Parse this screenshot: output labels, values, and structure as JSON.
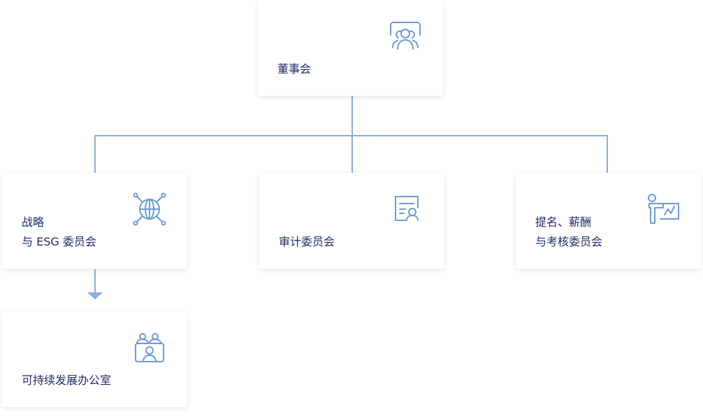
{
  "nodes": {
    "board": {
      "label": "董事会",
      "icon": "people-group-icon"
    },
    "strategy": {
      "line1": "战略",
      "line2": "与 ESG 委员会",
      "icon": "globe-network-icon"
    },
    "audit": {
      "label": "审计委员会",
      "icon": "document-user-icon"
    },
    "nomination": {
      "line1": "提名、薪酬",
      "line2": "与考核委员会",
      "icon": "presenter-chart-icon"
    },
    "sustainability": {
      "label": "可持续发展办公室",
      "icon": "meeting-people-icon"
    }
  },
  "colors": {
    "text": "#1d2b6b",
    "accent": "#6b9bd8",
    "connector": "#8aaede"
  }
}
